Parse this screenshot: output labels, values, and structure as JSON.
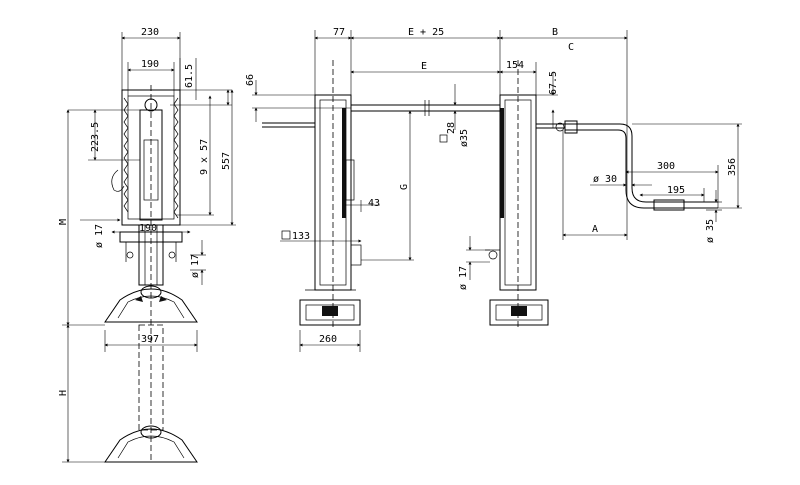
{
  "left_view": {
    "dim_230": "230",
    "dim_190_top": "190",
    "dim_61_5": "61.5",
    "dim_66": "66",
    "dim_223_5": "223.5",
    "dim_9x57": "9 x 57",
    "dim_557": "557",
    "dim_phi17": "ø 17",
    "dim_190_mid": "190",
    "dim_17_right": "ø 17",
    "dim_M": "M",
    "dim_397": "397",
    "dim_H": "H"
  },
  "center_view": {
    "dim_77": "77",
    "dim_E_plus_25": "E + 25",
    "dim_B": "B",
    "dim_C": "C",
    "dim_E": "E",
    "dim_154": "154",
    "dim_67_5": "67.5",
    "dim_sq28": "28",
    "dim_phi35": "ø35",
    "dim_G": "G",
    "dim_43": "43",
    "dim_sq133": "133",
    "dim_phi17": "ø 17",
    "dim_260": "260"
  },
  "right_view": {
    "dim_300": "300",
    "dim_356": "356",
    "dim_phi30": "ø 30",
    "dim_195": "195",
    "dim_A": "A",
    "dim_phi35": "ø 35"
  }
}
